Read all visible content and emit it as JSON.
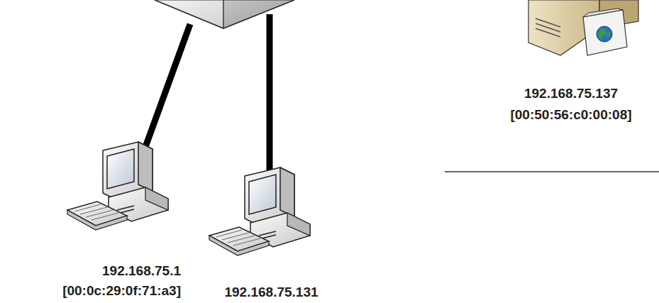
{
  "diagram": {
    "nodes": [
      {
        "text": [
          "192.168.75.137",
          "[00:50:56:c0:00:08]"
        ]
      },
      {
        "text": [
          "192.168.75.1",
          "[00:0c:29:0f:71:a3]"
        ]
      },
      {
        "text": [
          "192.168.75.131"
        ]
      }
    ]
  }
}
